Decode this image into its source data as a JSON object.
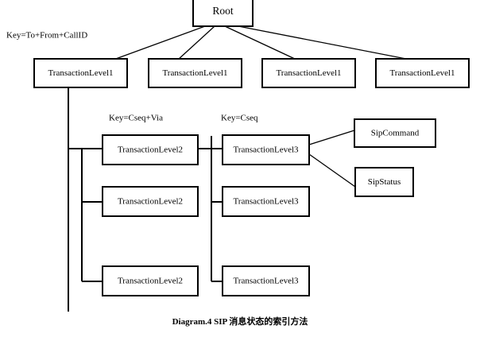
{
  "diagram": {
    "caption": "Diagram.4 SIP 消息状态的索引方法",
    "stroke_color": "#000000",
    "background_color": "#ffffff",
    "root": {
      "label": "Root"
    },
    "key_labels": [
      {
        "text": "Key=To+From+CallID"
      },
      {
        "text": "Key=Cseq+Via"
      },
      {
        "text": "Key=Cseq"
      }
    ],
    "level1_nodes": [
      {
        "label": "TransactionLevel1"
      },
      {
        "label": "TransactionLevel1"
      },
      {
        "label": "TransactionLevel1"
      },
      {
        "label": "TransactionLevel1"
      }
    ],
    "level2_nodes": [
      {
        "label": "TransactionLevel2"
      },
      {
        "label": "TransactionLevel2"
      },
      {
        "label": "TransactionLevel2"
      }
    ],
    "level3_nodes": [
      {
        "label": "TransactionLevel3"
      },
      {
        "label": "TransactionLevel3"
      },
      {
        "label": "TransactionLevel3"
      }
    ],
    "leaf_nodes": [
      {
        "label": "SipCommand"
      },
      {
        "label": "SipStatus"
      }
    ]
  }
}
